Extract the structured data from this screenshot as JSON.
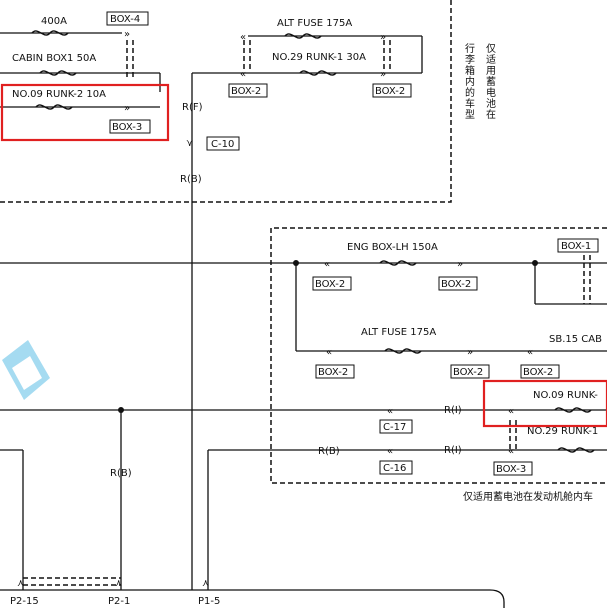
{
  "diagram": {
    "top_block": {
      "fuse_400a": "400A",
      "box4": "BOX-4",
      "cabin_box1": "CABIN BOX1 50A",
      "runk2": "NO.09 RUNK-2 10A",
      "box3": "BOX-3",
      "alt_fuse": "ALT FUSE 175A",
      "runk1": "NO.29 RUNK-1 30A",
      "box2_left": "BOX-2",
      "box2_right": "BOX-2",
      "wire_rf": "R(F)",
      "conn_c10": "C-10",
      "wire_rb": "R(B)",
      "note_chars": [
        "仅",
        "适",
        "用",
        "蓄",
        "电",
        "池",
        "在",
        "行",
        "李",
        "箱",
        "内",
        "的",
        "车",
        "型"
      ]
    },
    "engine_block": {
      "eng_box": "ENG BOX-LH 150A",
      "box1": "BOX-1",
      "box2_a": "BOX-2",
      "box2_b": "BOX-2",
      "alt_fuse": "ALT FUSE 175A",
      "sb15": "SB.15 CAB",
      "box2_c": "BOX-2",
      "box2_d": "BOX-2",
      "box2_e": "BOX-2",
      "runk_trunc": "NO.09 RUNK-",
      "runk1_trunc": "NO.29 RUNK-1",
      "box3": "BOX-3",
      "wire_ri_1": "R(I)",
      "wire_ri_2": "R(I)",
      "wire_rb": "R(B)",
      "conn_c17": "C-17",
      "conn_c16": "C-16",
      "note": "仅适用蓄电池在发动机舱内车"
    },
    "bottom": {
      "wire_rb": "R(B)",
      "pin_p2_15": "P2-15",
      "pin_p2_1": "P2-1",
      "pin_p1_5": "P1-5"
    }
  },
  "colors": {
    "highlight": "#e02020",
    "watermark": "#8fd3ee",
    "line": "#111111"
  }
}
